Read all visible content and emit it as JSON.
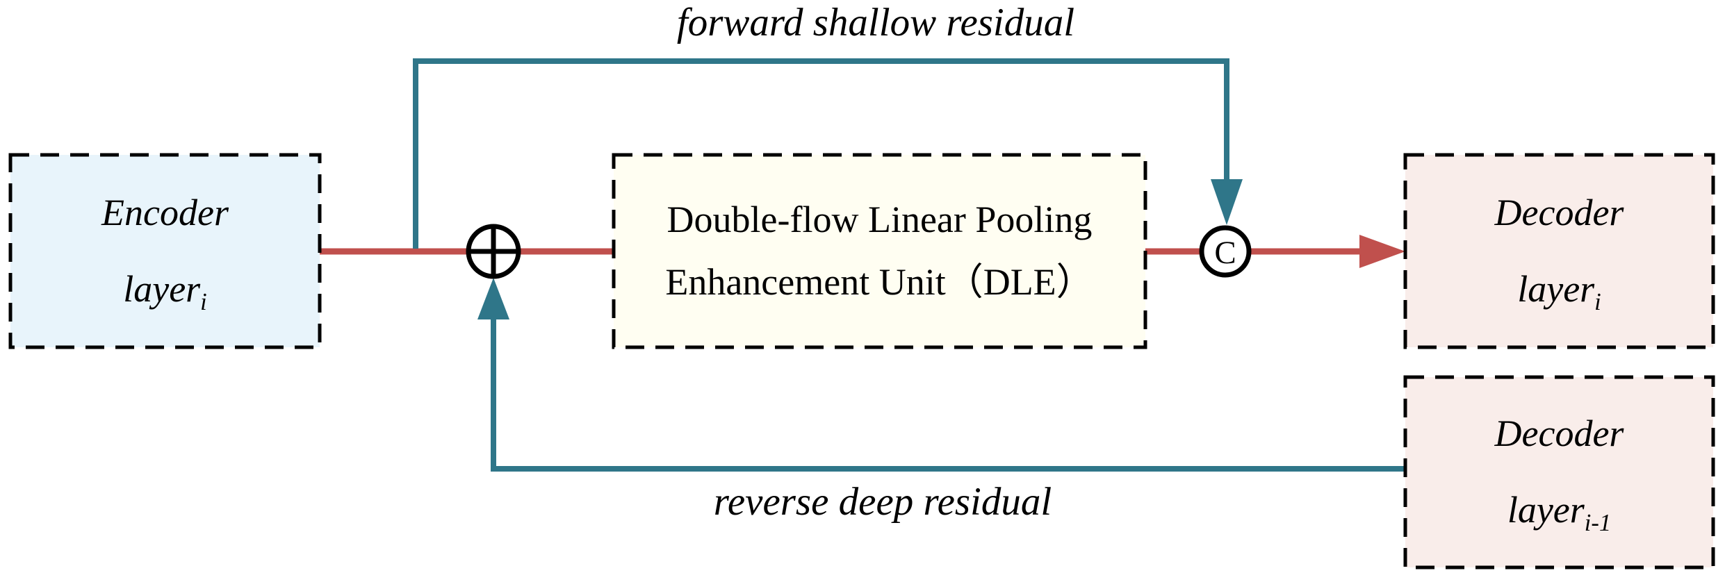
{
  "diagram": {
    "forward_label": "forward shallow residual",
    "reverse_label": "reverse deep residual",
    "encoder": {
      "line1": "Encoder",
      "line2_base": "layer",
      "line2_sub": "i"
    },
    "dle": {
      "line1": "Double-flow Linear Pooling",
      "line2": "Enhancement Unit（DLE）"
    },
    "decoder_top": {
      "line1": "Decoder",
      "line2_base": "layer",
      "line2_sub": "i"
    },
    "decoder_bottom": {
      "line1": "Decoder",
      "line2_base": "layer",
      "line2_sub": "i-1"
    },
    "concat_symbol": "C"
  },
  "colors": {
    "flow_red": "#C0504D",
    "residual_teal": "#2F7689",
    "encoder_fill": "#E8F4FB",
    "dle_fill": "#FFFEF2",
    "decoder_fill": "#F9EDEA",
    "outline_black": "#000000"
  }
}
